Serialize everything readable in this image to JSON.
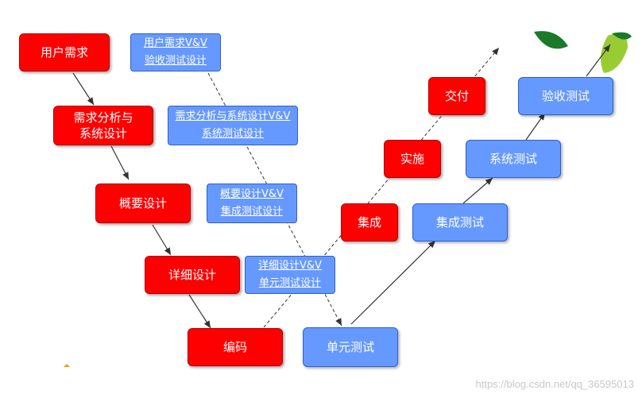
{
  "left_steps": [
    {
      "id": "requirements",
      "label": "用户需求"
    },
    {
      "id": "analysis",
      "label": "需求分析与\n系统设计"
    },
    {
      "id": "outline",
      "label": "概要设计"
    },
    {
      "id": "detail",
      "label": "详细设计"
    },
    {
      "id": "coding",
      "label": "编码"
    }
  ],
  "right_steps": [
    {
      "id": "unit",
      "label": "单元测试"
    },
    {
      "id": "integration",
      "label": "集成测试"
    },
    {
      "id": "system",
      "label": "系统测试"
    },
    {
      "id": "acceptance",
      "label": "验收测试"
    }
  ],
  "middle_steps": [
    {
      "id": "integrate",
      "label": "集成"
    },
    {
      "id": "implement",
      "label": "实施"
    },
    {
      "id": "deliver",
      "label": "交付"
    }
  ],
  "vv_boxes": [
    {
      "id": "vv-requirements",
      "line1": "用户需求V&V",
      "line2": "验收测试设计"
    },
    {
      "id": "vv-analysis",
      "line1": "需求分析与系统设计V&V",
      "line2": "系统测试设计"
    },
    {
      "id": "vv-outline",
      "line1": "概要设计V&V",
      "line2": "集成测试设计"
    },
    {
      "id": "vv-detail",
      "line1": "详细设计V&V",
      "line2": "单元测试设计"
    }
  ],
  "watermark": "https://blog.csdn.net/qq_36595013",
  "colors": {
    "red_box": "#ff0000",
    "blue_box": "#6699ff",
    "arrow": "#333333"
  }
}
